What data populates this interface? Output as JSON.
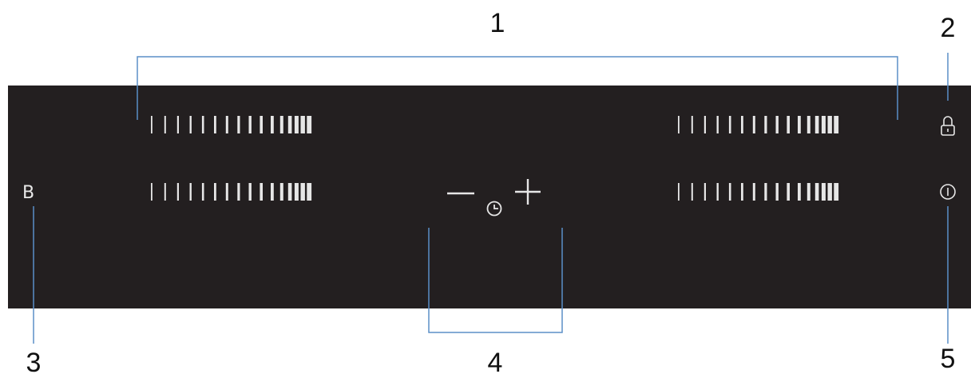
{
  "callouts": {
    "c1": "1",
    "c2": "2",
    "c3": "3",
    "c4": "4",
    "c5": "5"
  },
  "controls": {
    "boost_label": "B"
  },
  "icons": {
    "lock": "lock-icon",
    "power": "power-icon",
    "timer": "clock-icon",
    "minus": "minus-icon",
    "plus": "plus-icon"
  },
  "colors": {
    "panel": "#231f20",
    "segments": "#e6e6e6",
    "leader_lines": "#5b8fc7",
    "callout_text": "#111111"
  },
  "sliders": [
    {
      "id": "front-left-zone"
    },
    {
      "id": "rear-left-zone"
    },
    {
      "id": "front-right-zone"
    },
    {
      "id": "rear-right-zone"
    }
  ]
}
